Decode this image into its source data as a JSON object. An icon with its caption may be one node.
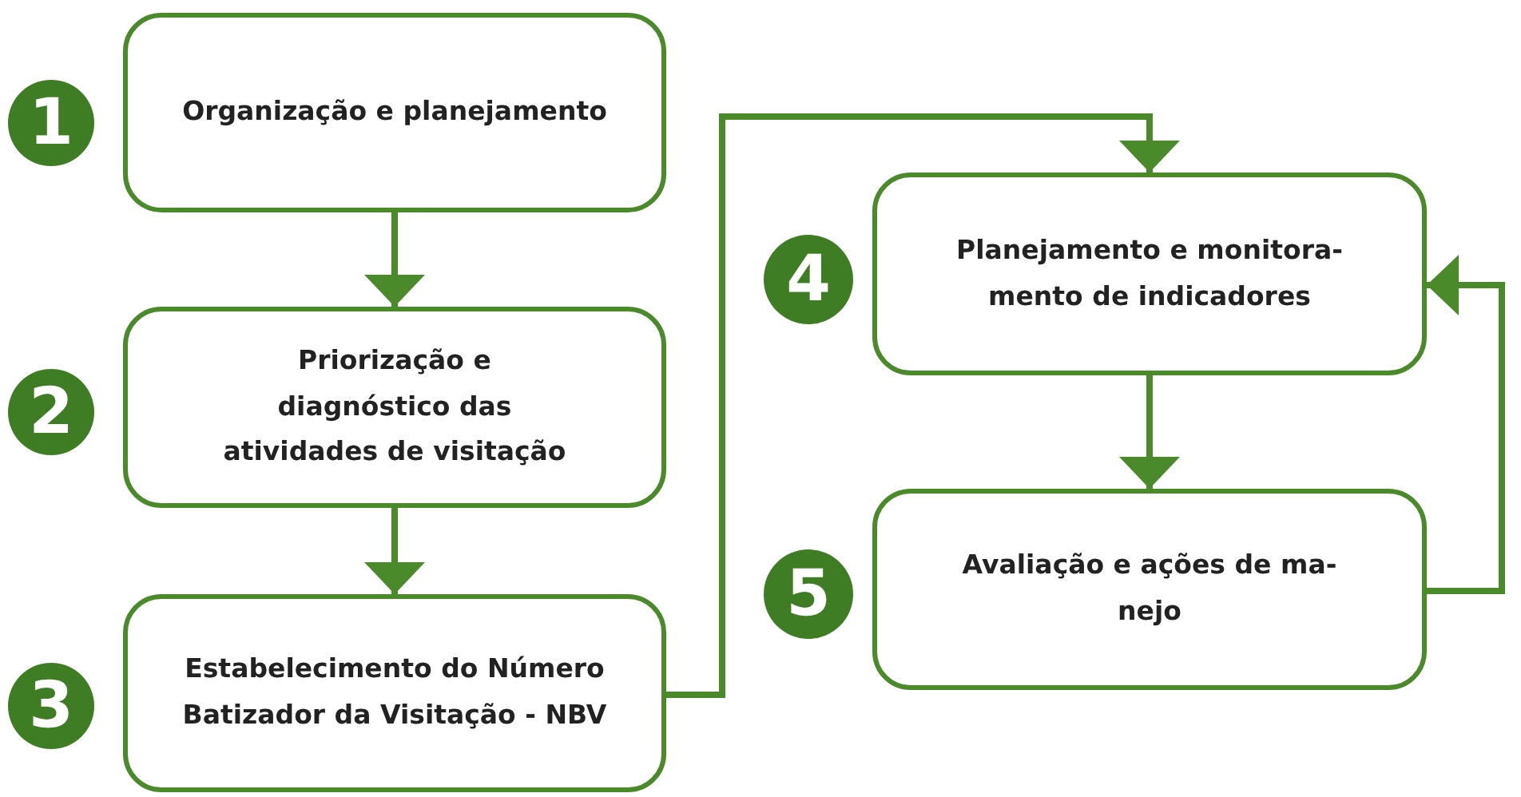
{
  "diagram": {
    "nodes": [
      {
        "text": [
          "1"
        ]
      },
      {
        "text": [
          "Organização e planejamento"
        ]
      },
      {
        "text": [
          "2"
        ]
      },
      {
        "text": [
          "Priorização e diagnóstico das atividades de visitação"
        ]
      },
      {
        "text": [
          "3"
        ]
      },
      {
        "text": [
          "Estabelecimento do Número Batizador da Visitação - NBV"
        ]
      },
      {
        "text": [
          "4"
        ]
      },
      {
        "text": [
          "Planejamento e monitora- mento de indicadores"
        ]
      },
      {
        "text": [
          "5"
        ]
      },
      {
        "text": [
          "Avaliação e ações de ma- nejo"
        ]
      }
    ],
    "edges": [
      {
        "from": 1,
        "to": 3,
        "arrow": "to"
      },
      {
        "from": 3,
        "to": 5,
        "arrow": "to"
      },
      {
        "from": 5,
        "to": 7,
        "arrow": "to"
      },
      {
        "from": 7,
        "to": 9,
        "arrow": "to"
      },
      {
        "from": 9,
        "to": 7,
        "arrow": "to"
      }
    ]
  }
}
